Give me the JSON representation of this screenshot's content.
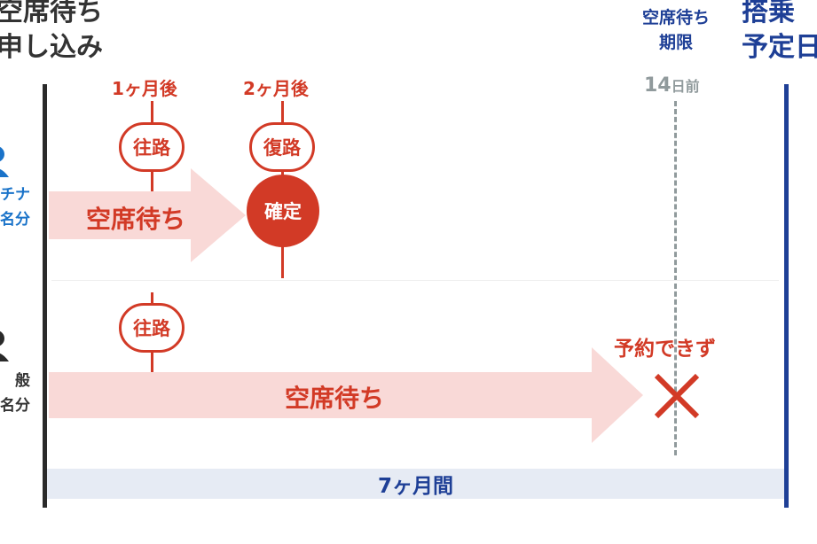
{
  "header": {
    "left_line1": "空席待ち",
    "left_line2": "申し込み",
    "right_line1": "搭乗",
    "right_line2": "予定日",
    "deadline_line1": "空席待ち",
    "deadline_line2": "期限",
    "deadline_num": "14",
    "deadline_unit": "日前"
  },
  "markers": {
    "m1": "1ヶ月後",
    "m2": "2ヶ月後"
  },
  "rows": [
    {
      "label1": "チナ",
      "label2": "名分",
      "out": "往路",
      "ret": "復路",
      "confirmed": "確定",
      "arrow": "空席待ち",
      "color": "#1a73c9"
    },
    {
      "label1": "般",
      "label2": "名分",
      "out": "往路",
      "arrow": "空席待ち",
      "result": "予約できず",
      "color": "#333333"
    }
  ],
  "span": "7ヶ月間",
  "colors": {
    "red": "#d23a26",
    "navy": "#1e3f96",
    "pink": "#f9d9d7"
  }
}
